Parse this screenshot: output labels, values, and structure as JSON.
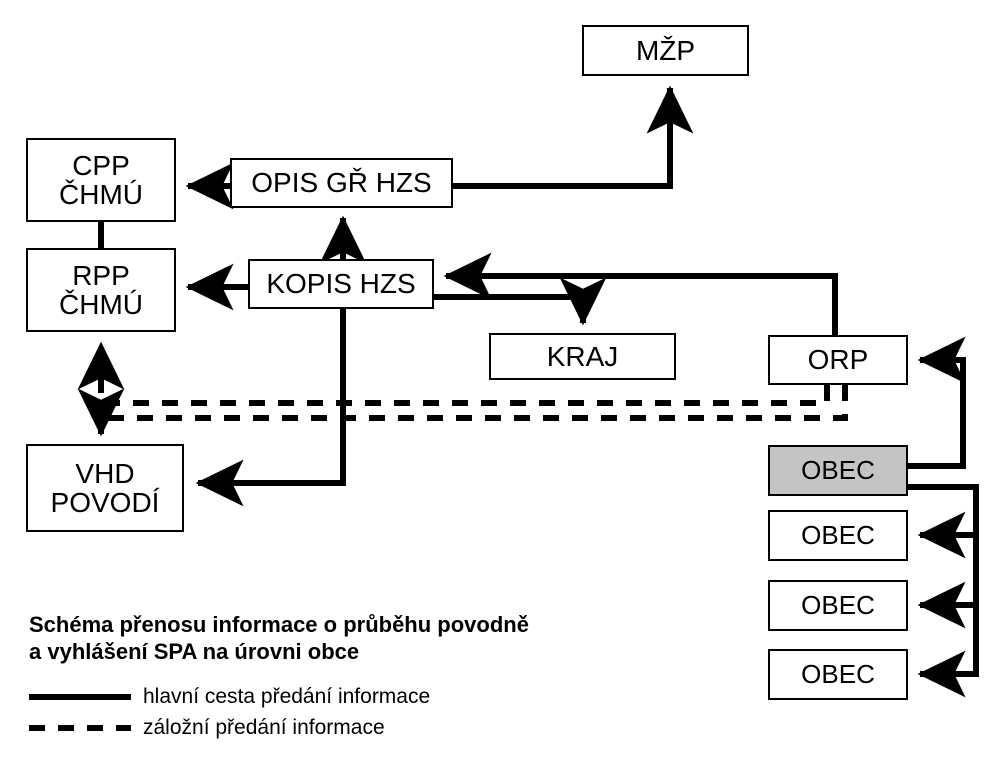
{
  "diagram": {
    "title_lines": "Schéma přenosu informace o průběhu povodně\na vyhlášení SPA na úrovni obce",
    "colors": {
      "line": "#000000",
      "box_fill": "#ffffff",
      "highlight_fill": "#c4c4c4",
      "background": "#ffffff"
    },
    "nodes": [
      {
        "id": "mzp",
        "label": "MŽP",
        "highlighted": false
      },
      {
        "id": "cpp",
        "label": "CPP\nČHMÚ",
        "highlighted": false
      },
      {
        "id": "opis",
        "label": "OPIS GŘ HZS",
        "highlighted": false
      },
      {
        "id": "rpp",
        "label": "RPP\nČHMÚ",
        "highlighted": false
      },
      {
        "id": "kopis",
        "label": "KOPIS HZS",
        "highlighted": false
      },
      {
        "id": "kraj",
        "label": "KRAJ",
        "highlighted": false
      },
      {
        "id": "orp",
        "label": "ORP",
        "highlighted": false
      },
      {
        "id": "vhd",
        "label": "VHD\nPOVODÍ",
        "highlighted": false
      },
      {
        "id": "obec1",
        "label": "OBEC",
        "highlighted": true
      },
      {
        "id": "obec2",
        "label": "OBEC",
        "highlighted": false
      },
      {
        "id": "obec3",
        "label": "OBEC",
        "highlighted": false
      },
      {
        "id": "obec4",
        "label": "OBEC",
        "highlighted": false
      }
    ],
    "edges": [
      {
        "from": "opis",
        "to": "mzp",
        "style": "solid",
        "arrow": true
      },
      {
        "from": "opis",
        "to": "cpp",
        "style": "solid",
        "arrow": true
      },
      {
        "from": "cpp",
        "to": "rpp",
        "style": "solid",
        "arrow": false
      },
      {
        "from": "kopis",
        "to": "opis",
        "style": "solid",
        "arrow": true
      },
      {
        "from": "kopis",
        "to": "rpp",
        "style": "solid",
        "arrow": true
      },
      {
        "from": "kopis",
        "to": "kraj",
        "style": "solid",
        "arrow": true
      },
      {
        "from": "kopis",
        "to": "vhd",
        "style": "solid",
        "arrow": true
      },
      {
        "from": "orp",
        "to": "kopis",
        "style": "solid",
        "arrow": true
      },
      {
        "from": "obec1",
        "to": "orp",
        "style": "solid",
        "arrow": true
      },
      {
        "from": "obec1",
        "to": "obec2",
        "style": "solid",
        "arrow": true
      },
      {
        "from": "obec1",
        "to": "obec3",
        "style": "solid",
        "arrow": true
      },
      {
        "from": "obec1",
        "to": "obec4",
        "style": "solid",
        "arrow": true
      },
      {
        "from": "orp",
        "to": "rpp",
        "style": "dashed",
        "arrow": true
      },
      {
        "from": "obec1",
        "to": "vhd",
        "style": "dashed",
        "arrow": true
      }
    ],
    "legend": {
      "items": [
        {
          "style": "solid",
          "label": "hlavní cesta předání informace"
        },
        {
          "style": "dashed",
          "label": "záložní předání informace"
        }
      ]
    }
  }
}
